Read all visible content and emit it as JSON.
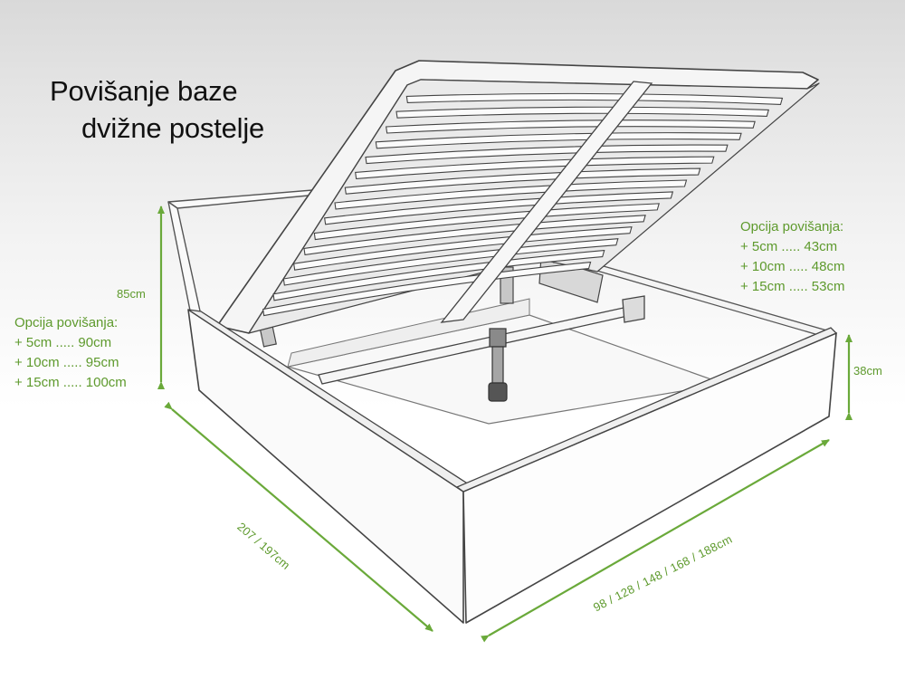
{
  "title": {
    "line1": "Povišanje baze",
    "line2": "dvižne postelje"
  },
  "options_left": {
    "heading": "Opcija povišanja:",
    "items": [
      "+ 5cm ..... 90cm",
      "+ 10cm ..... 95cm",
      "+ 15cm ..... 100cm"
    ]
  },
  "options_right": {
    "heading": "Opcija povišanja:",
    "items": [
      "+ 5cm ..... 43cm",
      "+ 10cm ..... 48cm",
      "+ 15cm ..... 53cm"
    ]
  },
  "dimensions": {
    "height_total": "85cm",
    "height_frame": "38cm",
    "length": "207 / 197cm",
    "width": "98  /  128  /  148  /  168  /  188cm"
  },
  "colors": {
    "accent_green": "#5e9a2d",
    "line_gray": "#555555",
    "title_text": "#111111"
  }
}
